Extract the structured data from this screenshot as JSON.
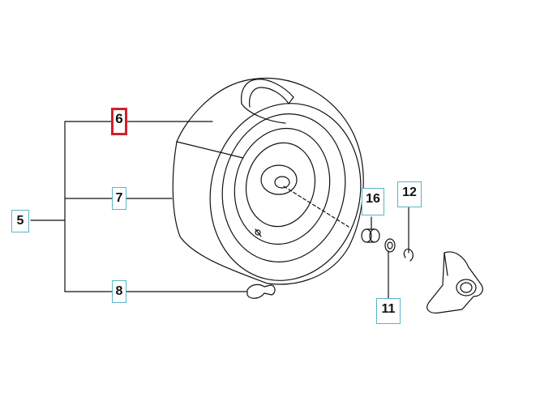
{
  "callouts": {
    "c5": "5",
    "c6": "6",
    "c7": "7",
    "c8": "8",
    "c11": "11",
    "c12": "12",
    "c16": "16"
  },
  "selected_part": "6",
  "colors": {
    "line": "#111111",
    "callout_border": "#5ab4c8",
    "selected_border": "#d0202a",
    "background": "#ffffff"
  }
}
